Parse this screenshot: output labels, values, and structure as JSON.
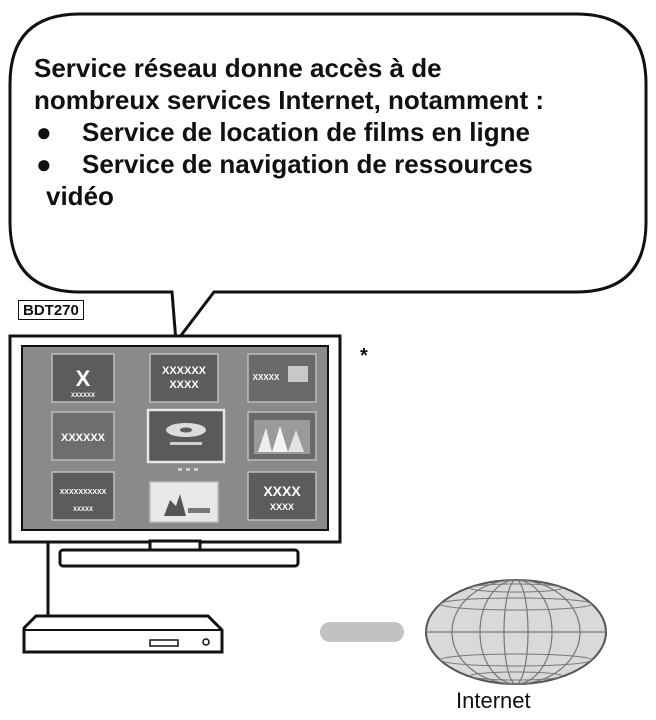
{
  "bubble": {
    "intro_line1": "Service réseau donne accès à de",
    "intro_line2": "nombreux services Internet, notamment :",
    "bullet_glyph": "●",
    "bullet1": "Service de location de films en ligne",
    "bullet2_line1": "Service de navigation de ressources",
    "bullet2_line2": "vidéo"
  },
  "model_tag": "BDT270",
  "footnote_marker": "*",
  "internet_label": "Internet",
  "tiles": {
    "t1": "X",
    "t1_sub": "XXXXXX",
    "t2_line1": "XXXXXX",
    "t2_line2": "XXXX",
    "t3": "XXXXX",
    "t4": "XXXXXX",
    "t7": "XXXXXXXXXX",
    "t7_sub": "XXXXX",
    "t9_line1": "XXXX",
    "t9_line2": "XXXX"
  },
  "colors": {
    "outline": "#111111",
    "screen_bg": "#8a8a8a",
    "tile_dark": "#5c5c5c",
    "tile_mid": "#777777",
    "cable": "#c2c2c2",
    "globe": "#cfcfcf"
  }
}
